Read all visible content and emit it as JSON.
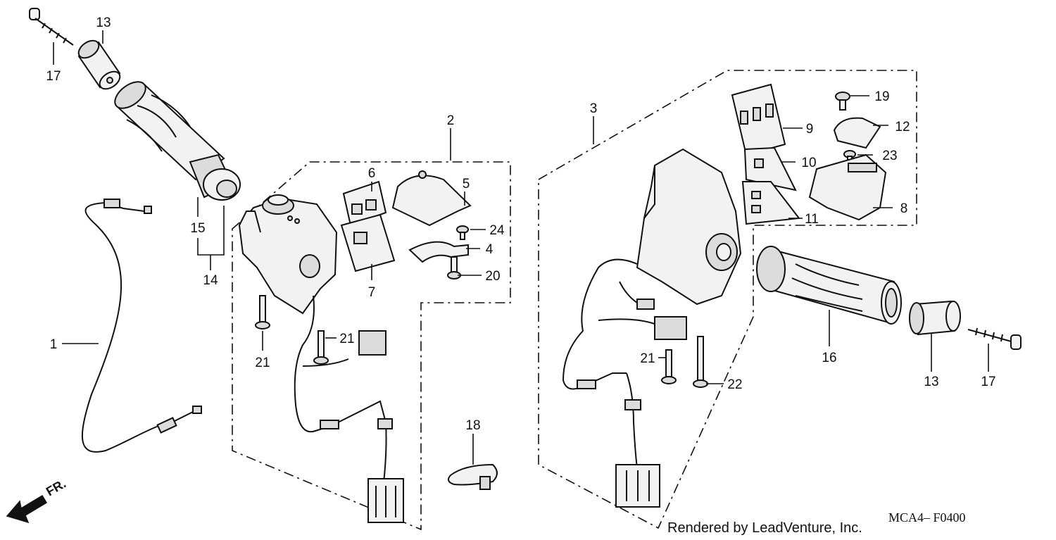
{
  "callouts": {
    "c17a": "17",
    "c13a": "13",
    "c15": "15",
    "c14": "14",
    "c1": "1",
    "c2": "2",
    "c6": "6",
    "c5": "5",
    "c24": "24",
    "c4": "4",
    "c20": "20",
    "c7": "7",
    "c21a": "21",
    "c21b": "21",
    "c18": "18",
    "c3": "3",
    "c9": "9",
    "c19": "19",
    "c12": "12",
    "c23": "23",
    "c10": "10",
    "c8": "8",
    "c11": "11",
    "c21c": "21",
    "c22": "22",
    "c16": "16",
    "c13b": "13",
    "c17b": "17"
  },
  "direction_label": "FR.",
  "footer": {
    "rendered_by": "Rendered by LeadVenture, Inc.",
    "diagram_code": "MCA4– F0400"
  }
}
